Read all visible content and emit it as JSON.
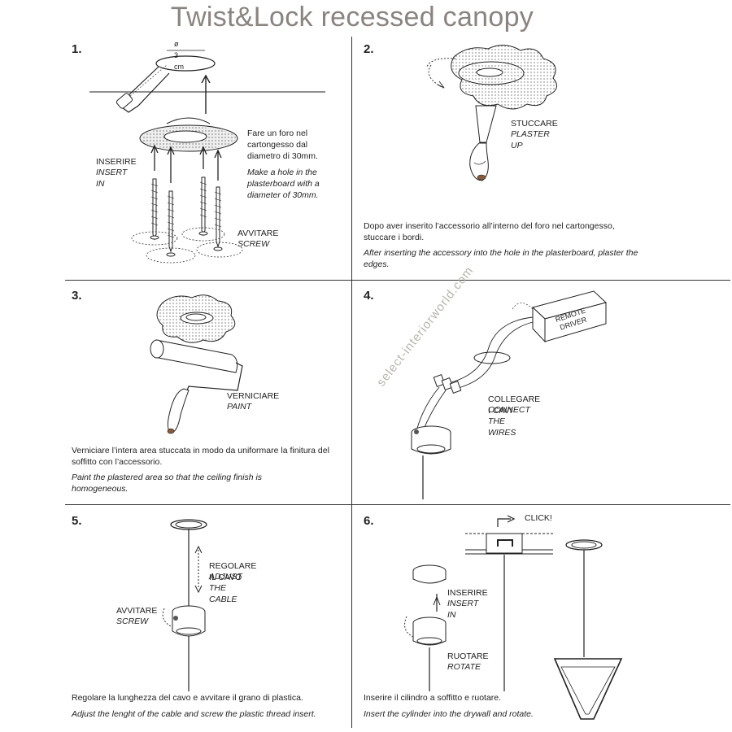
{
  "title": "Twist&Lock recessed canopy",
  "watermark": "select-interiorworld.com",
  "steps": [
    {
      "number": "1.",
      "dimension_label": "ø 3 cm",
      "desc_it": "Fare un foro nel cartongesso dal diametro di 30mm.",
      "desc_en": "Make a hole in the plasterboard with a diameter of 30mm.",
      "label_insert_it": "INSERIRE",
      "label_insert_en": "INSERT IN",
      "label_screw_it": "AVVITARE",
      "label_screw_en": "SCREW"
    },
    {
      "number": "2.",
      "label_it": "STUCCARE",
      "label_en": "PLASTER UP",
      "desc_it": "Dopo aver inserito l’accessorio all’interno del foro nel cartongesso, stuccare i bordi.",
      "desc_en": "After inserting the accessory into the hole in the plasterboard, plaster the edges."
    },
    {
      "number": "3.",
      "label_it": "VERNICIARE",
      "label_en": "PAINT",
      "desc_it": "Verniciare l’intera area stuccata in modo da uniformare la finitura del soffitto con l’accessorio.",
      "desc_en": "Paint the plastered area so that the ceiling finish is homogeneous."
    },
    {
      "number": "4.",
      "driver_label_1": "REMOTE",
      "driver_label_2": "DRIVER",
      "label_it": "COLLEGARE I CAVI",
      "label_en": "CONNECT THE WIRES"
    },
    {
      "number": "5.",
      "label_adjust_it": "REGOLARE IL CAVO",
      "label_adjust_en": "ADJUST THE CABLE",
      "label_screw_it": "AVVITARE",
      "label_screw_en": "SCREW",
      "desc_it": "Regolare la lunghezza del cavo e avvitare il grano di plastica.",
      "desc_en": "Adjust the lenght of the cable and screw the plastic thread insert."
    },
    {
      "number": "6.",
      "click_label": "CLICK!",
      "label_insert_it": "INSERIRE",
      "label_insert_en": "INSERT IN",
      "label_rotate_it": "RUOTARE",
      "label_rotate_en": "ROTATE",
      "desc_it": "Inserire il cilindro a soffitto e ruotare.",
      "desc_en": "Insert the cylinder into the drywall and rotate."
    }
  ],
  "colors": {
    "title": "#8a8480",
    "line": "#333333",
    "watermark": "#b9b4b0"
  }
}
